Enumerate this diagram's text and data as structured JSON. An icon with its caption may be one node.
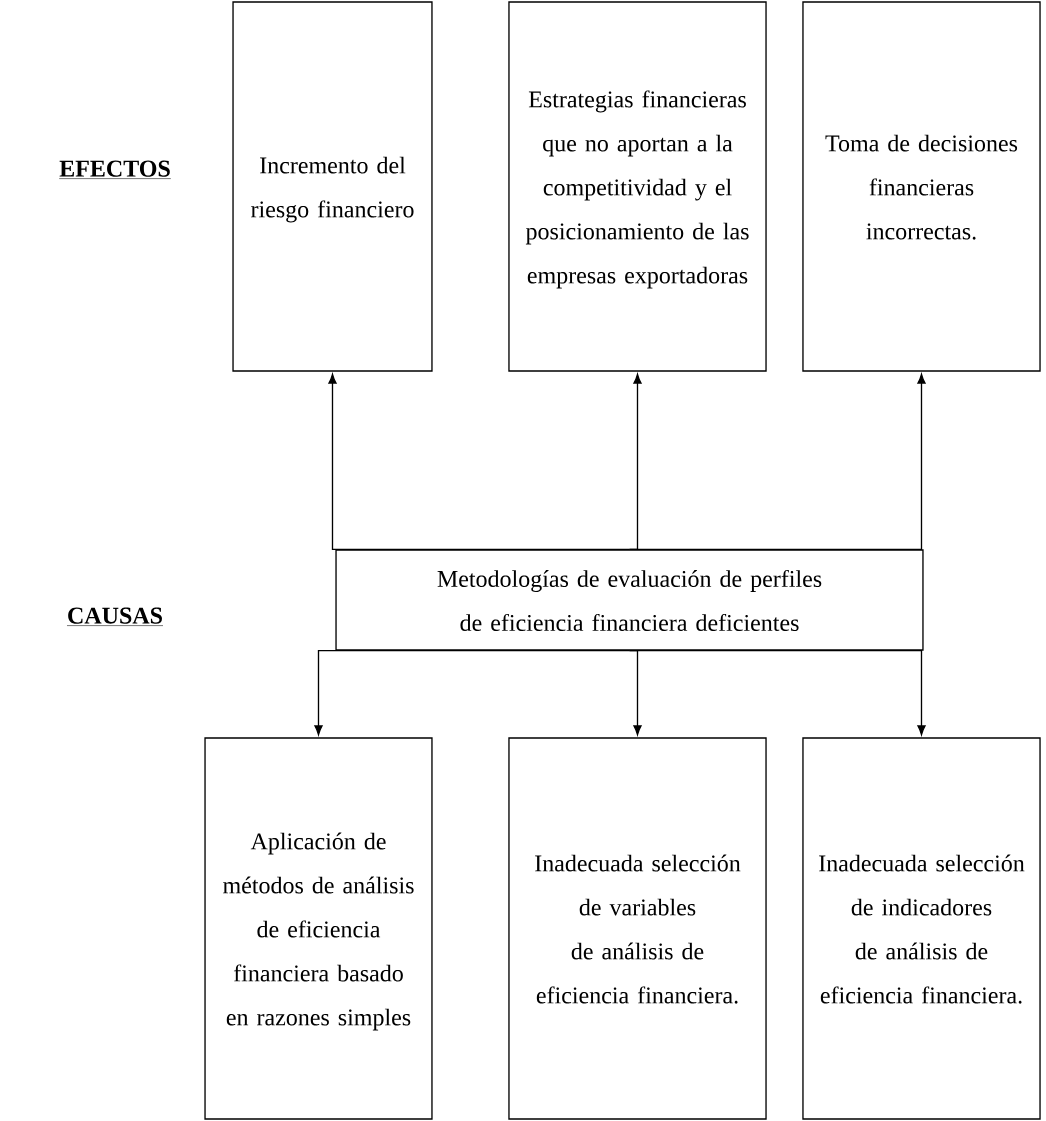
{
  "diagram": {
    "nodes": [
      {
        "text": [
          "Incremento del riesgo financiero"
        ]
      },
      {
        "text": [
          "Estrategias financieras que no aportan a la competitividad y el posicionamiento de las empresas exportadoras"
        ]
      },
      {
        "text": [
          "Toma de decisiones financieras incorrectas."
        ]
      },
      {
        "text": [
          "Metodologías de evaluación de perfiles de eficiencia financiera deficientes"
        ]
      },
      {
        "text": [
          "Aplicación de métodos de análisis de eficiencia financiera basado en razones simples"
        ]
      },
      {
        "text": [
          "Inadecuada selección de variables de análisis de eficiencia financiera."
        ]
      },
      {
        "text": [
          "Inadecuada selección de indicadores de análisis de eficiencia financiera."
        ]
      }
    ],
    "edges": [
      {
        "from": 3,
        "to": 0,
        "arrow": "to"
      },
      {
        "from": 3,
        "to": 1,
        "arrow": "to"
      },
      {
        "from": 3,
        "to": 2,
        "arrow": "to"
      },
      {
        "from": 3,
        "to": 4,
        "arrow": "to"
      },
      {
        "from": 3,
        "to": 5,
        "arrow": "to"
      },
      {
        "from": 3,
        "to": 6,
        "arrow": "to"
      }
    ],
    "labels": [
      "EFECTOS",
      "CAUSAS"
    ]
  }
}
